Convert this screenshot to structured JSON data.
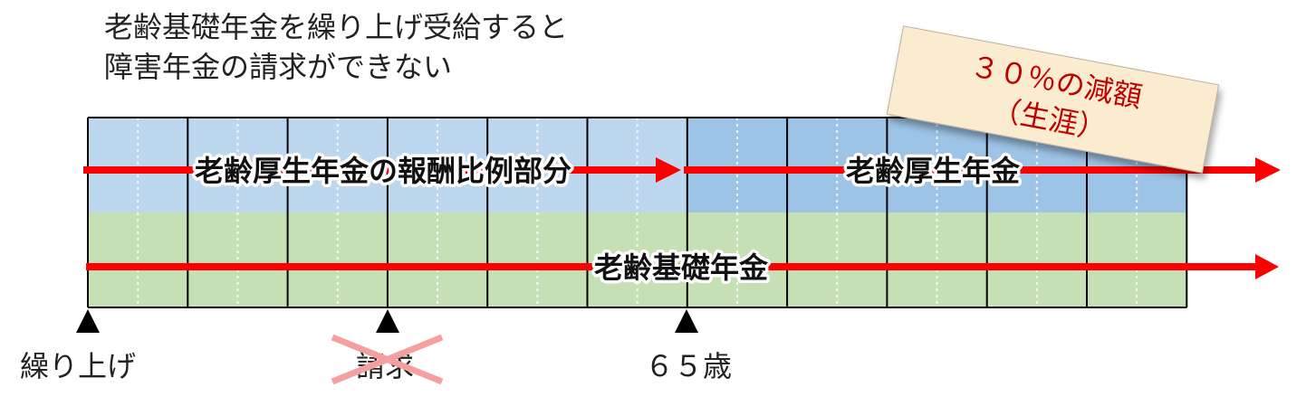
{
  "title": {
    "line1": "老齢基礎年金を繰り上げ受給すると",
    "line2": "障害年金の請求ができない"
  },
  "bands": {
    "upper_left": "老齢厚生年金の報酬比例部分",
    "upper_right": "老齢厚生年金",
    "lower": "老齢基礎年金"
  },
  "note": {
    "line1": "３０％の減額",
    "line2": "（生涯）"
  },
  "markers": {
    "early": "繰り上げ",
    "claim": "請求",
    "age65": "６５歳"
  },
  "colors": {
    "blue_light": "#bdd7ee",
    "blue_dark": "#9dc3e6",
    "green": "#c5e0b4",
    "arrow": "#ff0000",
    "note_text": "#c00000"
  }
}
